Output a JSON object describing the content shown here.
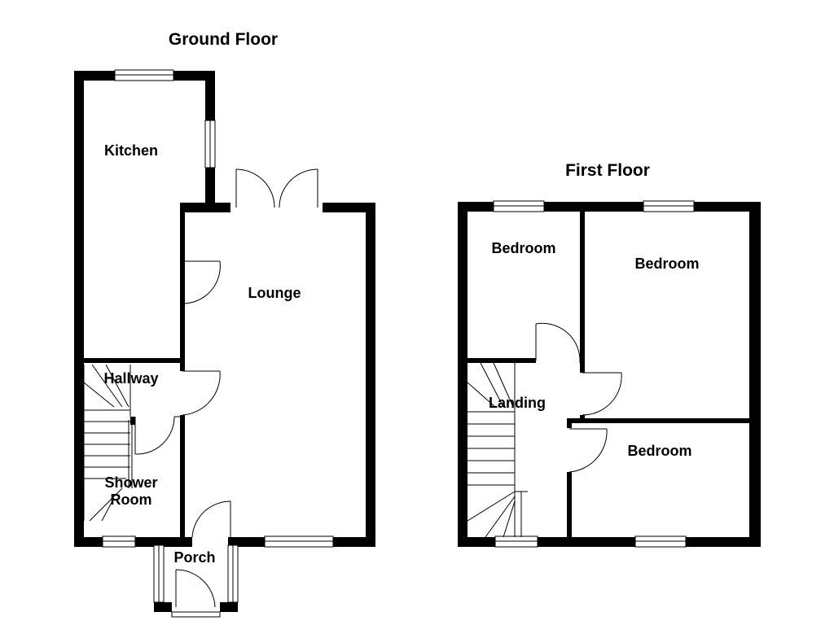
{
  "ground_floor": {
    "title": "Ground Floor",
    "rooms": {
      "kitchen": "Kitchen",
      "lounge": "Lounge",
      "hallway": "Hallway",
      "shower_room_line1": "Shower",
      "shower_room_line2": "Room",
      "porch": "Porch"
    }
  },
  "first_floor": {
    "title": "First Floor",
    "rooms": {
      "bedroom_left": "Bedroom",
      "bedroom_right": "Bedroom",
      "bedroom_lower": "Bedroom",
      "landing": "Landing"
    }
  },
  "colors": {
    "wall": "#000000",
    "background": "#ffffff"
  }
}
